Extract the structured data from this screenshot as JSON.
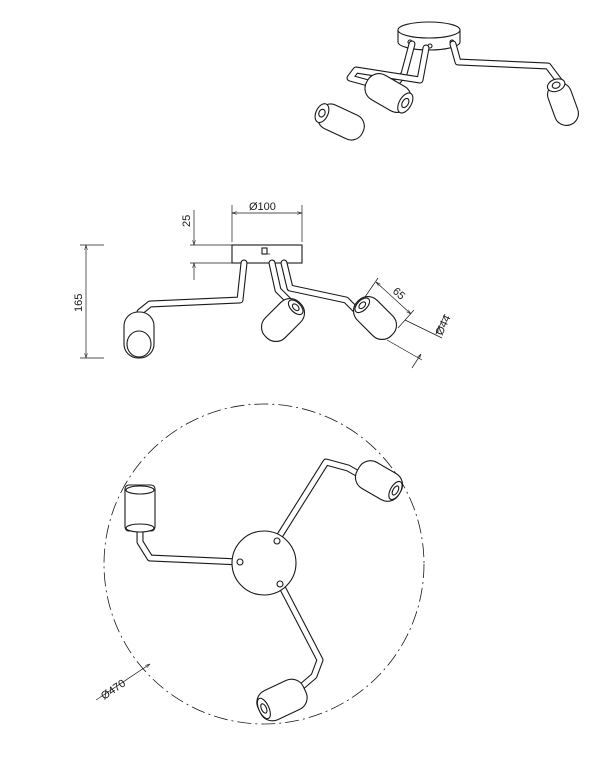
{
  "dimensions": {
    "canopy_height": "25",
    "canopy_diameter": "Ø100",
    "total_height": "165",
    "shade_length": "65",
    "shade_diameter": "Ø44",
    "span_diameter": "Ø470"
  }
}
